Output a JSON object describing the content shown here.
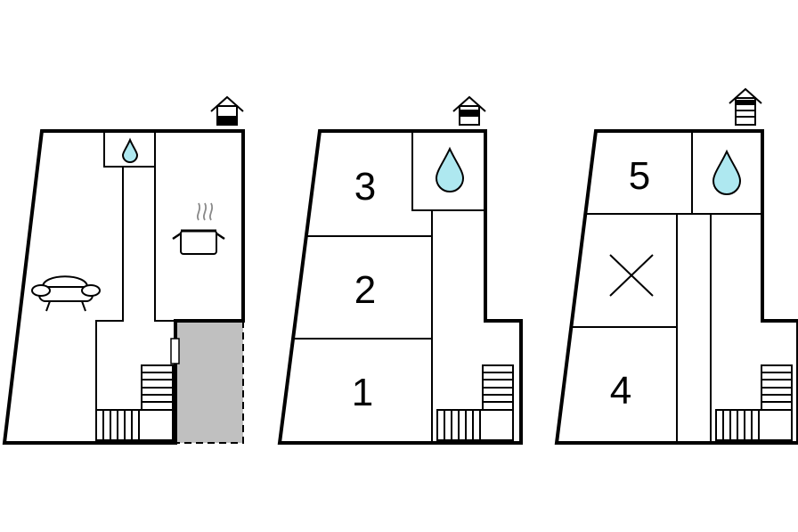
{
  "floors": [
    {
      "id": "ground",
      "rooms": [],
      "icons": [
        "house-level-icon",
        "water-drop-icon",
        "cooking-pot-icon",
        "sofa-icon",
        "stairs-icon"
      ],
      "has_terrace": true
    },
    {
      "id": "first",
      "rooms": [
        {
          "number": "3"
        },
        {
          "number": "2"
        },
        {
          "number": "1"
        }
      ],
      "icons": [
        "house-level-icon",
        "water-drop-icon",
        "stairs-icon"
      ]
    },
    {
      "id": "second",
      "rooms": [
        {
          "number": "5"
        },
        {
          "number": "4"
        }
      ],
      "icons": [
        "house-level-icon",
        "water-drop-icon",
        "cross-icon",
        "stairs-icon"
      ]
    }
  ],
  "colors": {
    "wall": "#000000",
    "water": "#aee8f0",
    "terrace": "#c0c0c0",
    "background": "#ffffff"
  }
}
